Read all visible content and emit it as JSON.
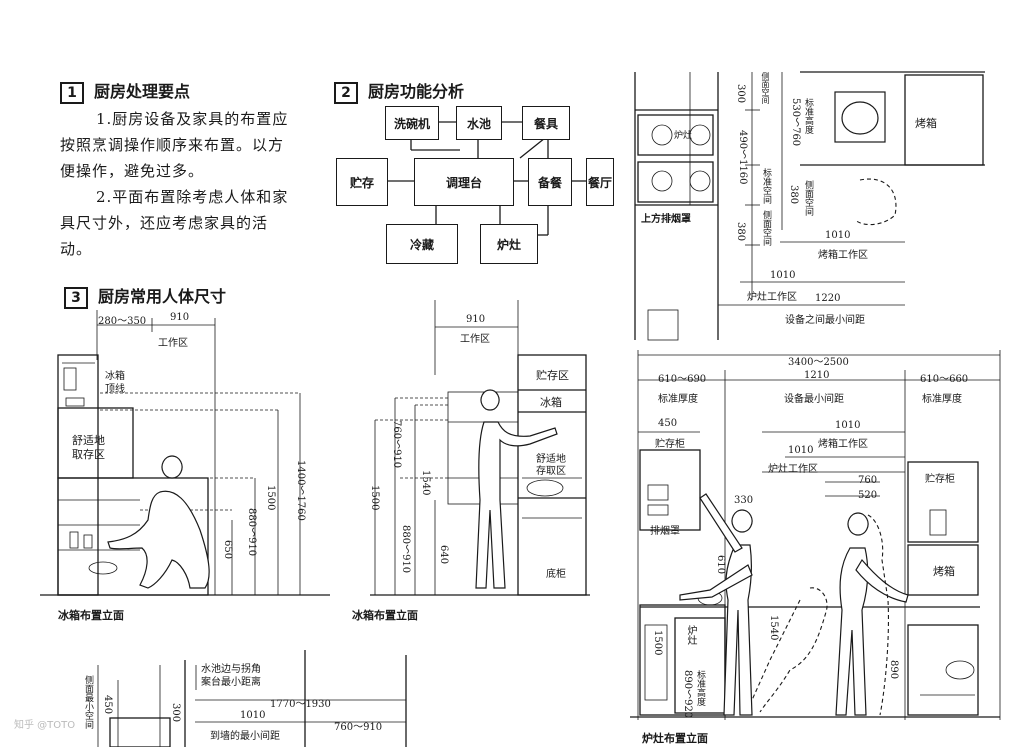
{
  "section1": {
    "number": "1",
    "title": "厨房处理要点",
    "lines": [
      "1.厨房设备及家具的布置应",
      "按照烹调操作顺序来布置。以方",
      "便操作，避免过多。",
      "2.平面布置除考虑人体和家",
      "具尺寸外，还应考虑家具的活",
      "动。"
    ]
  },
  "section2": {
    "number": "2",
    "title": "厨房功能分析",
    "boxes": {
      "dishwasher": "洗碗机",
      "sink": "水池",
      "tableware": "餐具",
      "storage": "贮存",
      "prep": "调理台",
      "serving": "备餐",
      "dining": "餐厅",
      "fridge": "冷藏",
      "stove": "炉灶"
    }
  },
  "section3": {
    "number": "3",
    "title": "厨房常用人体尺寸",
    "fig1": {
      "dims": [
        "280～350",
        "910"
      ],
      "work_area": "工作区",
      "fridge_top": [
        "冰箱",
        "顶线"
      ],
      "comfort_zone": [
        "舒适地",
        "取存区"
      ],
      "v_dims": [
        "1400～1760",
        "1500",
        "880～910",
        "650"
      ],
      "caption": "冰箱布置立面"
    },
    "fig2": {
      "dim": "910",
      "work_area": "工作区",
      "labels": [
        "贮存区",
        "冰箱",
        "舒适地",
        "存取区",
        "底柜"
      ],
      "v_dims": [
        "1500",
        "760～910",
        "1540",
        "880～910",
        "640"
      ],
      "caption": "冰箱布置立面"
    }
  },
  "plan_top": {
    "v_labels": [
      "300",
      "侧面空间",
      "530～760",
      "标准高度",
      "490～1160",
      "标准空间",
      "380",
      "侧面空间",
      "380",
      "侧面空间"
    ],
    "hood": "上方排烟罩",
    "burner": "炉灶",
    "oven": "烤箱",
    "dims": [
      {
        "value": "1010",
        "label": "烤箱工作区"
      },
      {
        "value": "1010",
        "label": "炉灶工作区"
      },
      {
        "value": "1220",
        "label": "设备之间最小间距"
      }
    ]
  },
  "elev_right": {
    "top_dim": "3400～2500",
    "side_dims": [
      "610～690",
      "1210",
      "610～660"
    ],
    "side_labels": [
      "标准厚度",
      "设备最小间距",
      "标准厚度"
    ],
    "storage_dim": "450",
    "storage": "贮存柜",
    "oven_dim": "1010",
    "oven_area": "烤箱工作区",
    "stove_dim": "1010",
    "stove_area": "炉灶工作区",
    "dims_small": [
      "330",
      "760",
      "520"
    ],
    "hood": "排烟罩",
    "store_right": "贮存柜",
    "oven": "烤箱",
    "stove": "炉灶",
    "v_dims": [
      "610",
      "1540",
      "1500",
      "890～920",
      "标准高度",
      "890"
    ],
    "caption": "炉灶布置立面"
  },
  "bottom_left": {
    "v_labels": [
      "侧面最小空间",
      "450",
      "300"
    ],
    "note": [
      "水池边与拐角",
      "案台最小距离"
    ],
    "dims": [
      "1770～1930",
      "1010",
      "760～910"
    ],
    "wall_dist": "到墙的最小间距"
  },
  "watermark": "知乎 @TOTO"
}
